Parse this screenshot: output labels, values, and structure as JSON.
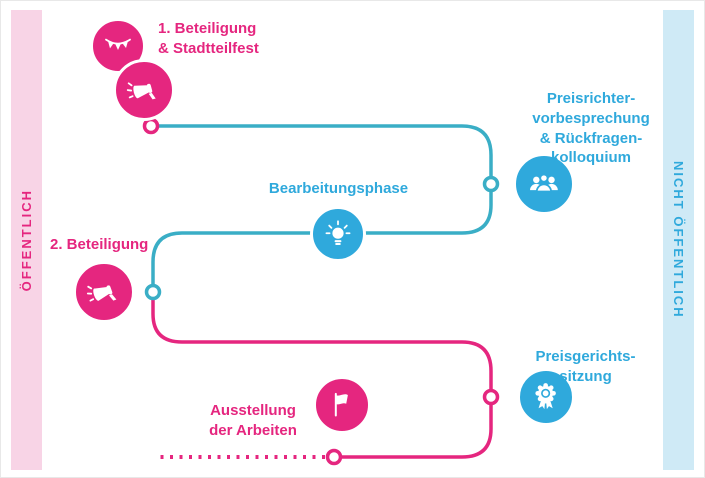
{
  "colors": {
    "pink": "#e5267f",
    "pinkLight": "#f8d4e6",
    "blue": "#2fa9dc",
    "blueLight": "#cfeaf6",
    "teal": "#3aaec6"
  },
  "bands": {
    "left": {
      "label": "ÖFFENTLICH"
    },
    "right": {
      "label": "NICHT ÖFFENTLICH"
    }
  },
  "steps": {
    "beteiligung1": {
      "label": "1. Beteiligung\n& Stadtteilfest",
      "icons": [
        "bunting-icon",
        "megaphone-icon"
      ]
    },
    "preisrichter": {
      "label": "Preisrichter-\nvorbesprechung\n& Rückfragen-\nkolloquium",
      "icon": "jury-icon"
    },
    "bearbeitung": {
      "label": "Bearbeitungsphase",
      "icon": "lightbulb-icon"
    },
    "beteiligung2": {
      "label": "2. Beteiligung",
      "icon": "megaphone-icon"
    },
    "preisgericht": {
      "label": "Preisgerichts-\nsitzung",
      "icon": "award-rosette-icon"
    },
    "ausstellung": {
      "label": "Ausstellung\nder Arbeiten",
      "icon": "flag-icon"
    }
  }
}
